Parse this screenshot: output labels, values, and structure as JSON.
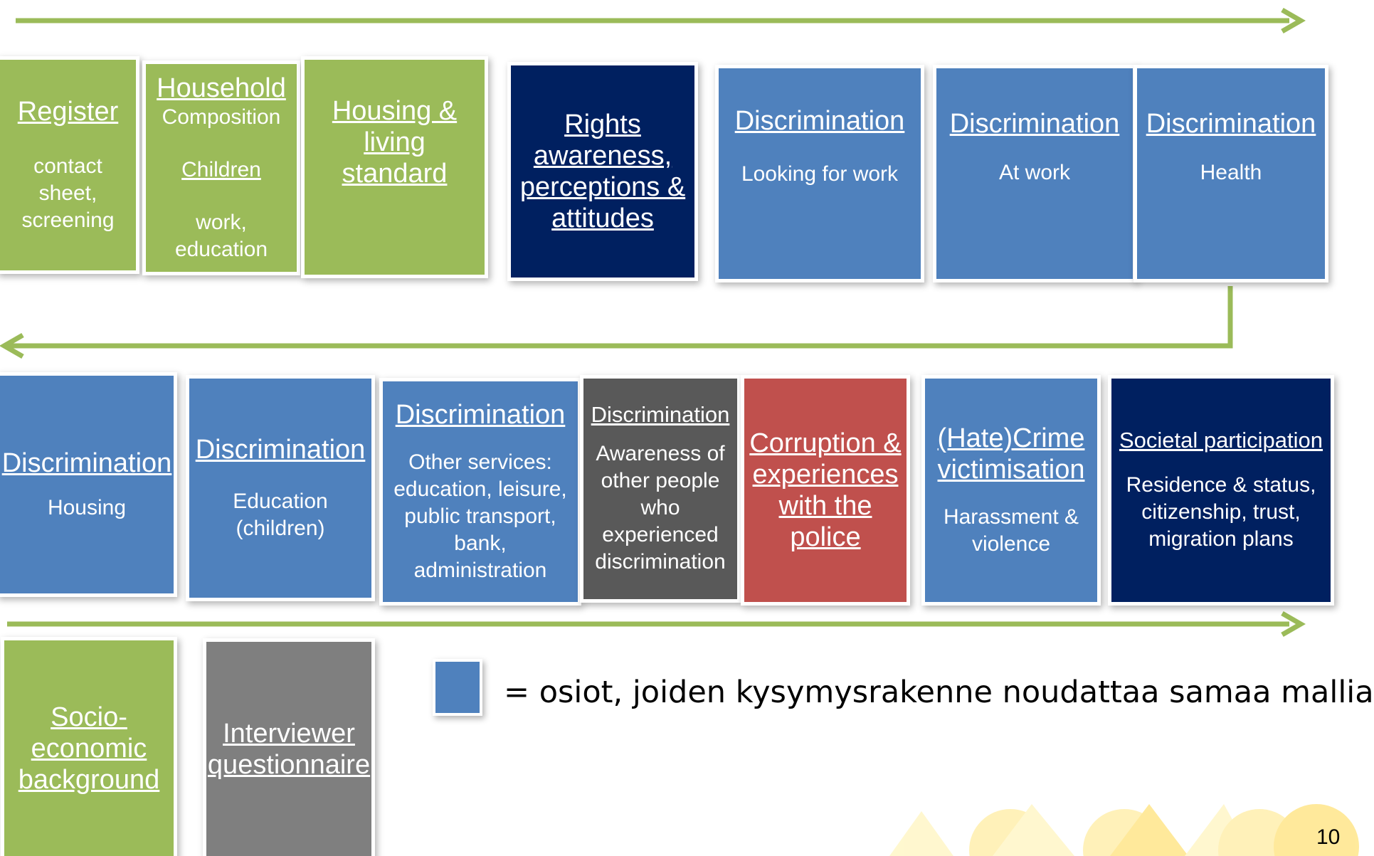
{
  "boxes_row1": [
    {
      "title": "Register",
      "subtitle": "contact sheet, screening"
    },
    {
      "title": "Household",
      "line1": "Composition",
      "line2": "Children",
      "line3": "work, education"
    },
    {
      "title": "Housing & living standard"
    },
    {
      "title": "Rights awareness, perceptions & attitudes"
    },
    {
      "title": "Discrimination",
      "subtitle": "Looking for work"
    },
    {
      "title": "Discrimination",
      "subtitle": "At work"
    },
    {
      "title": "Discrimination",
      "subtitle": "Health"
    }
  ],
  "boxes_row2": [
    {
      "title": "Discrimination",
      "subtitle": "Housing"
    },
    {
      "title": "Discrimination",
      "subtitle": "Education (children)"
    },
    {
      "title": "Discrimination",
      "subtitle": "Other services: education, leisure, public transport, bank, administration"
    },
    {
      "title": "Discrimination",
      "subtitle": "Awareness of other people who experienced discrimination"
    },
    {
      "title": "Corruption & experiences with the police"
    },
    {
      "title": "(Hate)Crime victimisation",
      "subtitle": "Harassment & violence"
    },
    {
      "title": "Societal participation",
      "subtitle": "Residence & status, citizenship, trust, migration plans"
    }
  ],
  "boxes_row3": [
    {
      "title": "Socio-economic background"
    },
    {
      "title": "Interviewer questionnaire"
    }
  ],
  "legend": {
    "text": "= osiot, joiden kysymysrakenne noudattaa samaa mallia"
  },
  "page_number": "10",
  "colors": {
    "green": "#9bbb59",
    "blue": "#4f81bd",
    "navy": "#002060",
    "dark_gray": "#595959",
    "red": "#c0504d",
    "gray": "#7f7f7f",
    "arrow": "#9bbb59",
    "logo_yellow": "#fff2a8"
  }
}
